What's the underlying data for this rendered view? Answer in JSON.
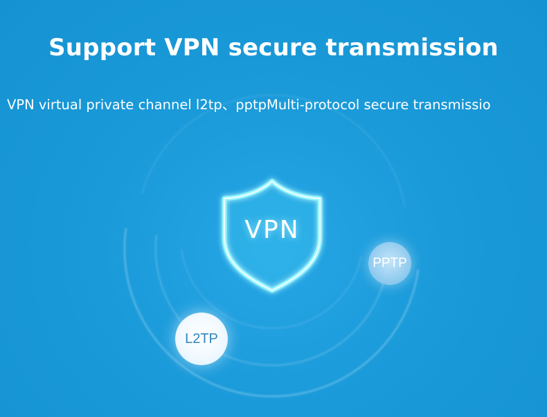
{
  "title": "Support VPN secure transmission",
  "subtitle": "VPN virtual private channel l2tp、pptpMulti-protocol secure transmissio",
  "shield": {
    "label": "VPN",
    "icon": "shield-icon"
  },
  "badges": {
    "pptp": "PPTP",
    "l2tp": "L2TP"
  },
  "colors": {
    "background": "#1a9ad9",
    "text": "#ffffff",
    "shield_glow": "#7ff0ff"
  }
}
